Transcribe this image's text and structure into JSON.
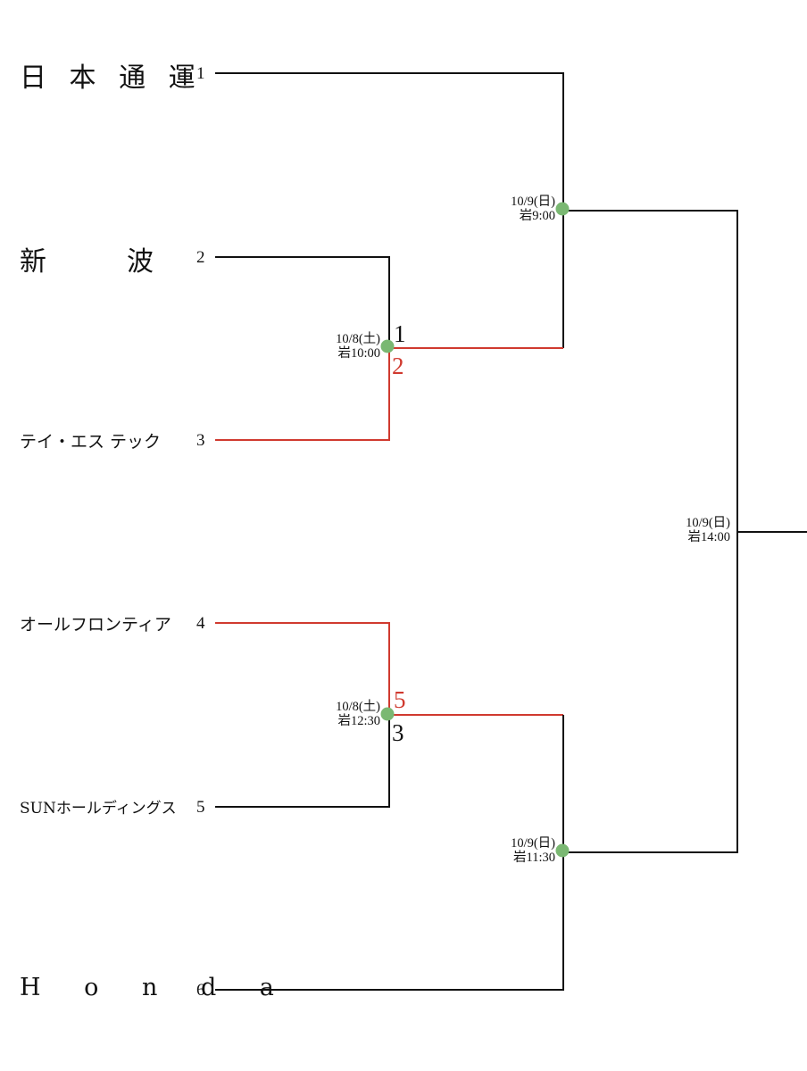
{
  "colors": {
    "line": "#111111",
    "winner": "#d03a2f",
    "node": "#7ab872"
  },
  "teams": [
    {
      "name": "日 本 通 運",
      "seed": "1"
    },
    {
      "name": "新　　波",
      "seed": "2"
    },
    {
      "name": "テイ・エス テック",
      "seed": "3"
    },
    {
      "name": "オールフロンティア",
      "seed": "4"
    },
    {
      "name": "SUNホールディングス",
      "seed": "5"
    },
    {
      "name": "H o n d a",
      "seed": "6"
    }
  ],
  "matches": {
    "m1": {
      "date": "10/8(土)",
      "time": "岩10:00",
      "score_top": "1",
      "score_bottom": "2",
      "winner": "bottom"
    },
    "m2": {
      "date": "10/8(土)",
      "time": "岩12:30",
      "score_top": "5",
      "score_bottom": "3",
      "winner": "top"
    },
    "m3": {
      "date": "10/9(日)",
      "time": "岩9:00"
    },
    "m4": {
      "date": "10/9(日)",
      "time": "岩11:30"
    },
    "m5": {
      "date": "10/9(日)",
      "time": "岩14:00"
    }
  }
}
